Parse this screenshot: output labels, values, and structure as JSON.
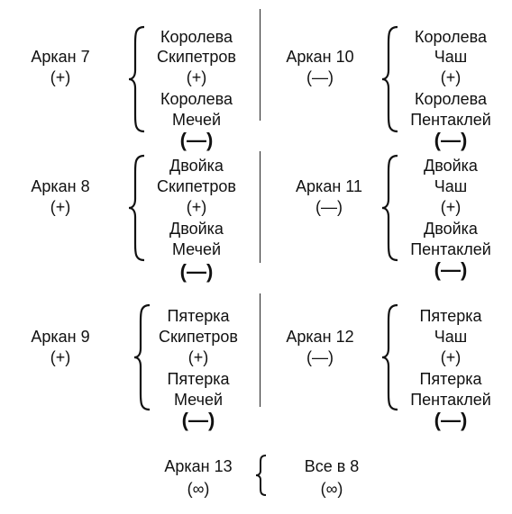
{
  "groups": [
    {
      "arcana": "Аркан 7",
      "sign": "(+)",
      "cards": [
        "Королева",
        "Скипетров",
        "(+)",
        "Королева",
        "Мечей"
      ],
      "result": "(—)"
    },
    {
      "arcana": "Аркан 10",
      "sign": "(—)",
      "cards": [
        "Королева",
        "Чаш",
        "(+)",
        "Королева",
        "Пентаклей"
      ],
      "result": "(—)"
    },
    {
      "arcana": "Аркан 8",
      "sign": "(+)",
      "cards": [
        "Двойка",
        "Скипетров",
        "(+)",
        "Двойка",
        "Мечей"
      ],
      "result": "(—)"
    },
    {
      "arcana": "Аркан 11",
      "sign": "(—)",
      "cards": [
        "Двойка",
        "Чаш",
        "(+)",
        "Двойка",
        "Пентаклей"
      ],
      "result": "(—)"
    },
    {
      "arcana": "Аркан 9",
      "sign": "(+)",
      "cards": [
        "Пятерка",
        "Скипетров",
        "(+)",
        "Пятерка",
        "Мечей"
      ],
      "result": "(—)"
    },
    {
      "arcana": "Аркан 12",
      "sign": "(—)",
      "cards": [
        "Пятерка",
        "Чаш",
        "(+)",
        "Пятерка",
        "Пентаклей"
      ],
      "result": "(—)"
    }
  ],
  "bottom": {
    "arcana": "Аркан 13",
    "sign": "(∞)",
    "value": "Все в 8",
    "value_sign": "(∞)"
  }
}
